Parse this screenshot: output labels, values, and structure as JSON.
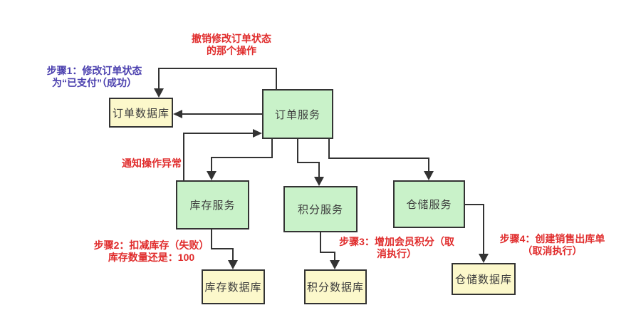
{
  "diagram": {
    "nodes": {
      "order_db": {
        "label": "订单数据库"
      },
      "order_svc": {
        "label": "订单服务"
      },
      "inventory_svc": {
        "label": "库存服务"
      },
      "points_svc": {
        "label": "积分服务"
      },
      "warehouse_svc": {
        "label": "仓储服务"
      },
      "inventory_db": {
        "label": "库存数据库"
      },
      "points_db": {
        "label": "积分数据库"
      },
      "warehouse_db": {
        "label": "仓储数据库"
      }
    },
    "annotations": {
      "undo_note": {
        "line1": "撤销修改订单状态",
        "line2": "的那个操作"
      },
      "step1": {
        "line1": "步骤1：修改订单状态",
        "line2": "为“已支付”（成功）"
      },
      "notify_exception": "通知操作异常",
      "step2": {
        "line1": "步骤2：扣减库存（失败）",
        "line2": "库存数量还是：100"
      },
      "step3": {
        "line1": "步骤3：增加会员积分（取",
        "line2": "消执行）"
      },
      "step4": {
        "line1": "步骤4：创建销售出库单",
        "line2": "（取消执行）"
      }
    },
    "colors": {
      "service_fill": "#c9f2c9",
      "database_fill": "#fcf8cb",
      "line_and_border": "#333333",
      "annotation_red": "#e02c2c",
      "annotation_blue": "#4a3fae"
    }
  }
}
